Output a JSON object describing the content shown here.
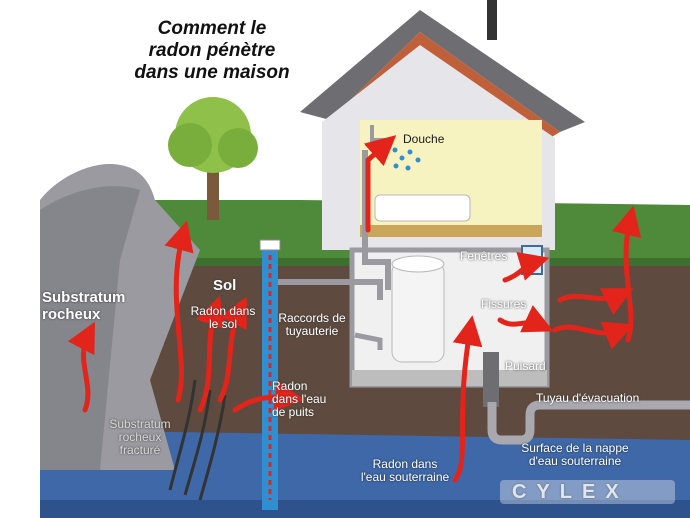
{
  "title": "Comment le\nradon pénètre\ndans une maison",
  "labels": {
    "substratum_rocheux": "Substratum\nrocheux",
    "sol": "Sol",
    "radon_sol": "Radon dans\nle sol",
    "substratum_fracture": "Substratum\nrocheux\nfracturé",
    "raccords": "Raccords de\ntuyauterie",
    "radon_puits": "Radon\ndans l'eau\nde puits",
    "douche": "Douche",
    "fenetres": "Fenêtres",
    "fissures": "Fissures",
    "puisard": "Puisard",
    "tuyau": "Tuyau d'évacuation",
    "surface_nappe": "Surface de la nappe\nd'eau souterraine",
    "radon_eau": "Radon dans\nl'eau souterraine"
  },
  "watermark": "CYLEX",
  "colors": {
    "sky": "#ffffff",
    "grass": "#4e8a3a",
    "soil": "#5e4a3e",
    "rock": "#9a9aa0",
    "groundwater": "#3f68a8",
    "roof": "#6e6e72",
    "wall": "#e6e6ea",
    "room": "#f6f3c0",
    "radon_arrow": "#e3241b",
    "well_pipe": "#2f8fd0"
  }
}
